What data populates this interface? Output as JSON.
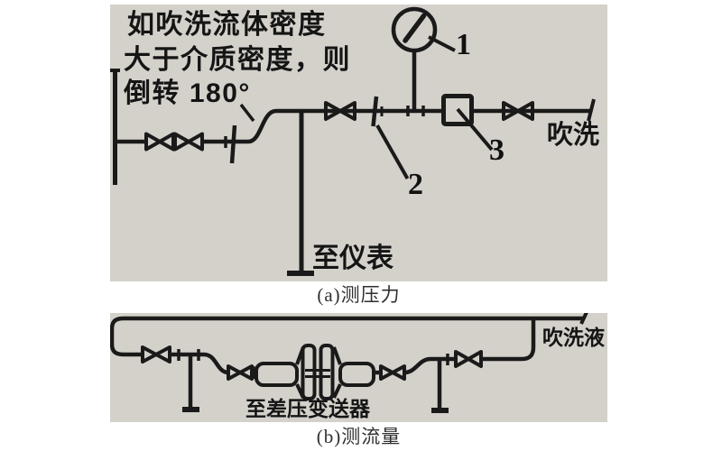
{
  "figure": {
    "panel_a": {
      "caption": "(a)测压力",
      "note": {
        "line1": "如吹洗流体密度",
        "line2": "大于介质密度，则",
        "line3": "倒转 180°"
      },
      "component_labels": {
        "pressure_gauge": "1",
        "shutoff_cock": "2",
        "purge_restrictor": "3"
      },
      "flow_labels": {
        "purge_inlet": "吹洗",
        "to_instrument": "至仪表"
      }
    },
    "panel_b": {
      "caption": "(b)测流量",
      "flow_labels": {
        "purge_liquid_inlet": "吹洗液",
        "to_dp_transmitter": "至差压变送器"
      }
    },
    "icons": {
      "pressure_gauge": "circle-dial-with-needle",
      "valve": "outlined-bowtie-triangles",
      "purge_restrictor": "square-box",
      "orifice_assembly": "flanged-orifice-fitting",
      "instrument_tap": "vertical-line-with-end-bar"
    },
    "colors": {
      "panel_background": "#d4d1cb",
      "line": "#1a1a1a",
      "page_background": "#ffffff",
      "caption_text": "#2f2f2f"
    }
  }
}
